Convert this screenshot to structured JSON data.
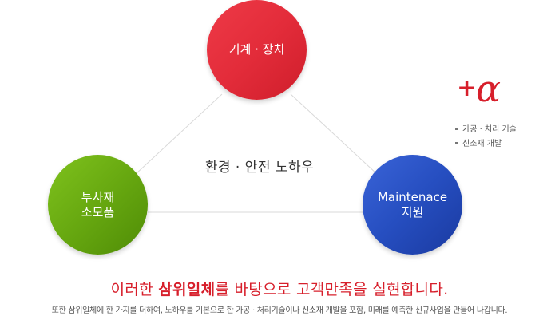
{
  "diagram": {
    "nodes": {
      "top": {
        "label": "기계 · 장치",
        "color": "#e32c3a"
      },
      "left": {
        "line1": "투사재",
        "line2": "소모품",
        "color": "#67a810"
      },
      "right": {
        "line1": "Maintenace",
        "line2": "지원",
        "color": "#264ec0"
      }
    },
    "center_label": "환경 · 안전 노하우",
    "connector_color": "#d9d9d9"
  },
  "alpha": {
    "plus": "+",
    "symbol": "α",
    "color": "#d71f2b",
    "items": [
      "가공 · 처리 기술",
      "신소재 개발"
    ]
  },
  "headline": {
    "prefix": "이러한 ",
    "emphasis": "삼위일체",
    "suffix": "를 바탕으로 고객만족을 실현합니다."
  },
  "subline": "또한 삼위일체에 한 가지를 더하여, 노하우를 기본으로 한 가공 · 처리기술이나 신소재 개발을 포함, 미래를 예측한 신규사업을 만들어 나갑니다."
}
